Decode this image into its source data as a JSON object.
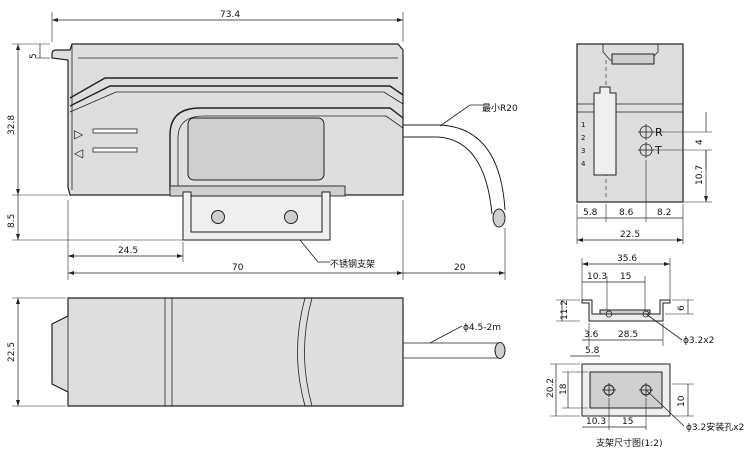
{
  "dimensions": {
    "front_overall_width": "73.4",
    "front_top_step": "5",
    "front_height": "32.8",
    "front_bracket_drop": "8.5",
    "front_bracket_offset": "24.5",
    "front_body_length": "70",
    "front_cable_extension": "20",
    "bottom_width": "22.5",
    "side_hole_pitch": "4",
    "side_hole_height": "10.7",
    "side_dim_a": "5.8",
    "side_dim_b": "8.6",
    "side_dim_c": "8.2",
    "side_width": "22.5",
    "bracket_total": "35.6",
    "bracket_left": "10.3",
    "bracket_pitch": "15",
    "bracket_height": "11.2",
    "bracket_flange": "6",
    "bracket_thickness": "3.6",
    "bracket_inner": "28.5",
    "bracket_plan_offset": "5.8",
    "bracket_plan_height": "20.2",
    "bracket_plan_inner": "18",
    "bracket_plan_left": "10.3",
    "bracket_plan_pitch": "15",
    "bracket_plan_slot": "10"
  },
  "labels": {
    "min_radius": "最小R20",
    "bracket_material": "不锈钢支架",
    "cable": "ϕ4.5-2m",
    "hole_callout": "ϕ3.2x2",
    "mount_hole_callout": "ϕ3.2安装孔x2",
    "bracket_title": "支架尺寸图(1:2)",
    "indicator_r": "R",
    "indicator_t": "T",
    "pin_1": "1",
    "pin_2": "2",
    "pin_3": "3",
    "pin_4": "4",
    "arrow_right_glyph": "▷",
    "arrow_left_glyph": "◁"
  }
}
